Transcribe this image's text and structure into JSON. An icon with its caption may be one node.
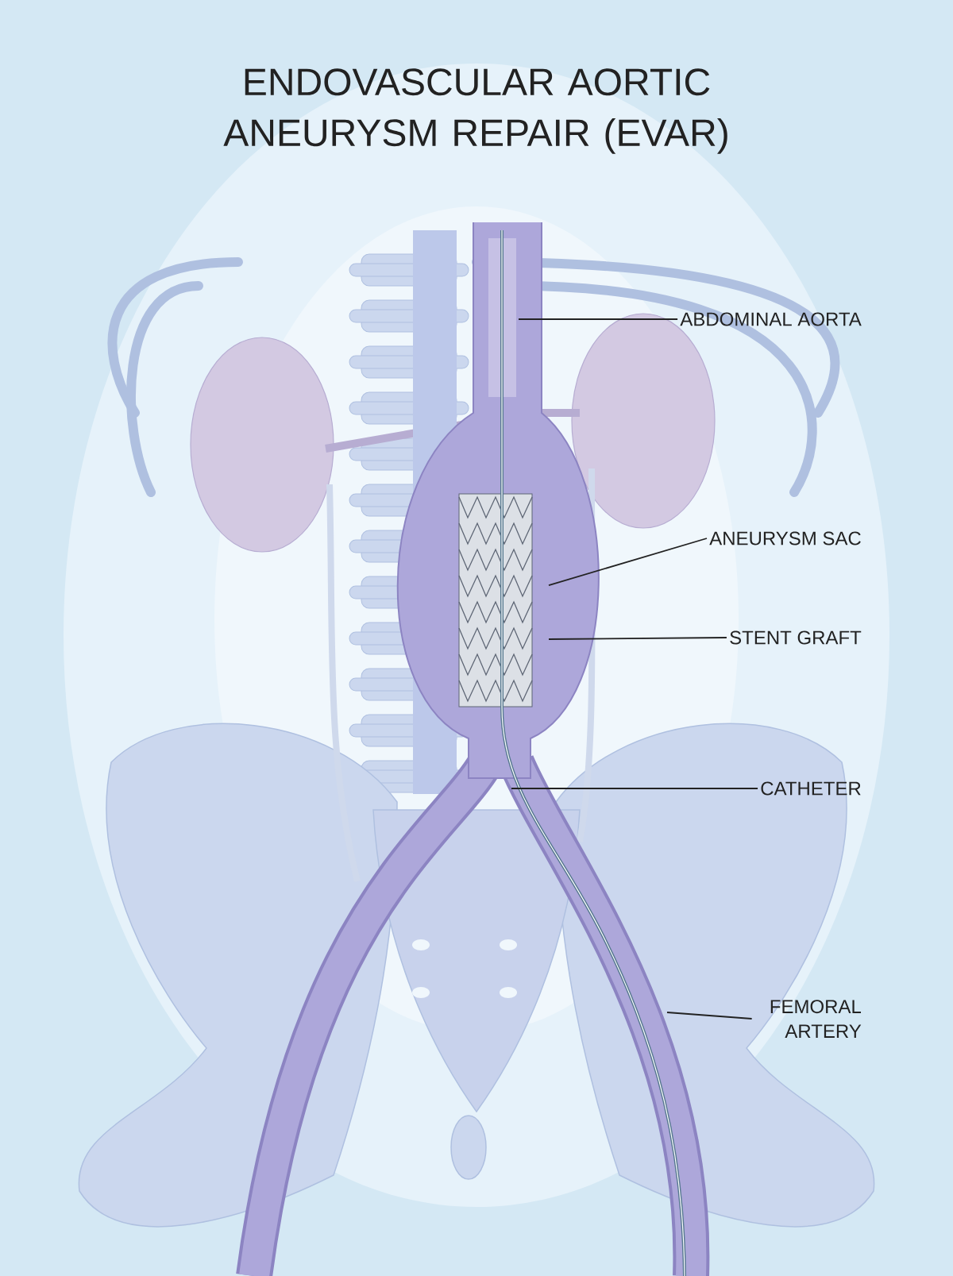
{
  "diagram": {
    "title": "ENDOVASCULAR AORTIC ANEURYSM REPAIR (EVAR)",
    "nodes": [
      {
        "text": [
          "ABDOMINAL AORTA"
        ]
      },
      {
        "text": [
          "ANEURYSM SAC"
        ]
      },
      {
        "text": [
          "STENT GRAFT"
        ]
      },
      {
        "text": [
          "CATHETER"
        ]
      },
      {
        "text": [
          "FEMORAL ARTERY"
        ]
      }
    ],
    "edges": [
      {
        "from": 0,
        "to": null,
        "arrow": "none"
      },
      {
        "from": 1,
        "to": null,
        "arrow": "none"
      },
      {
        "from": 2,
        "to": null,
        "arrow": "none"
      },
      {
        "from": 3,
        "to": null,
        "arrow": "none"
      },
      {
        "from": 4,
        "to": null,
        "arrow": "none"
      }
    ]
  }
}
